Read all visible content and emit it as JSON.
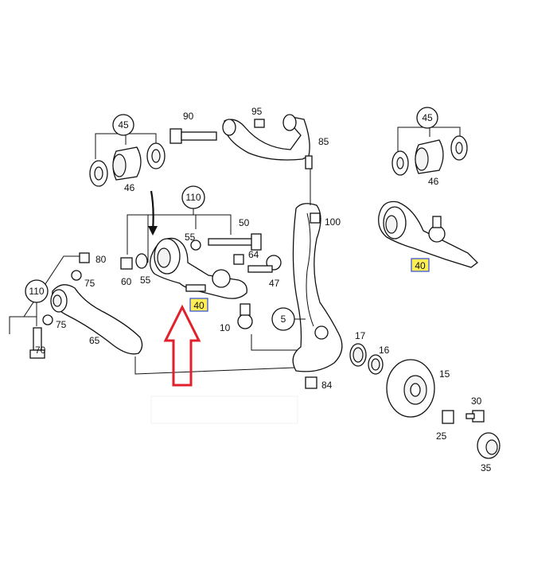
{
  "callouts": {
    "c45a": "45",
    "c46a": "46",
    "c90": "90",
    "c95": "95",
    "c85": "85",
    "c45b": "45",
    "c46b": "46",
    "c110a": "110",
    "c50": "50",
    "c55a": "55",
    "c55b": "55",
    "c60": "60",
    "c80": "80",
    "c64": "64",
    "c47": "47",
    "c100": "100",
    "c110b": "110",
    "c75a": "75",
    "c75b": "75",
    "c70": "70",
    "c65": "65",
    "c10": "10",
    "c5": "5",
    "c17": "17",
    "c16": "16",
    "c15": "15",
    "c84": "84",
    "c30": "30",
    "c25": "25",
    "c35": "35"
  },
  "highlighted": {
    "h40a": "40",
    "h40b": "40"
  },
  "colors": {
    "line": "#111111",
    "highlight": "#ffee55",
    "highlight_border": "#2b4bd6",
    "arrow": "#e0202a"
  },
  "icons": {
    "pointer": "red-up-arrow-icon"
  }
}
